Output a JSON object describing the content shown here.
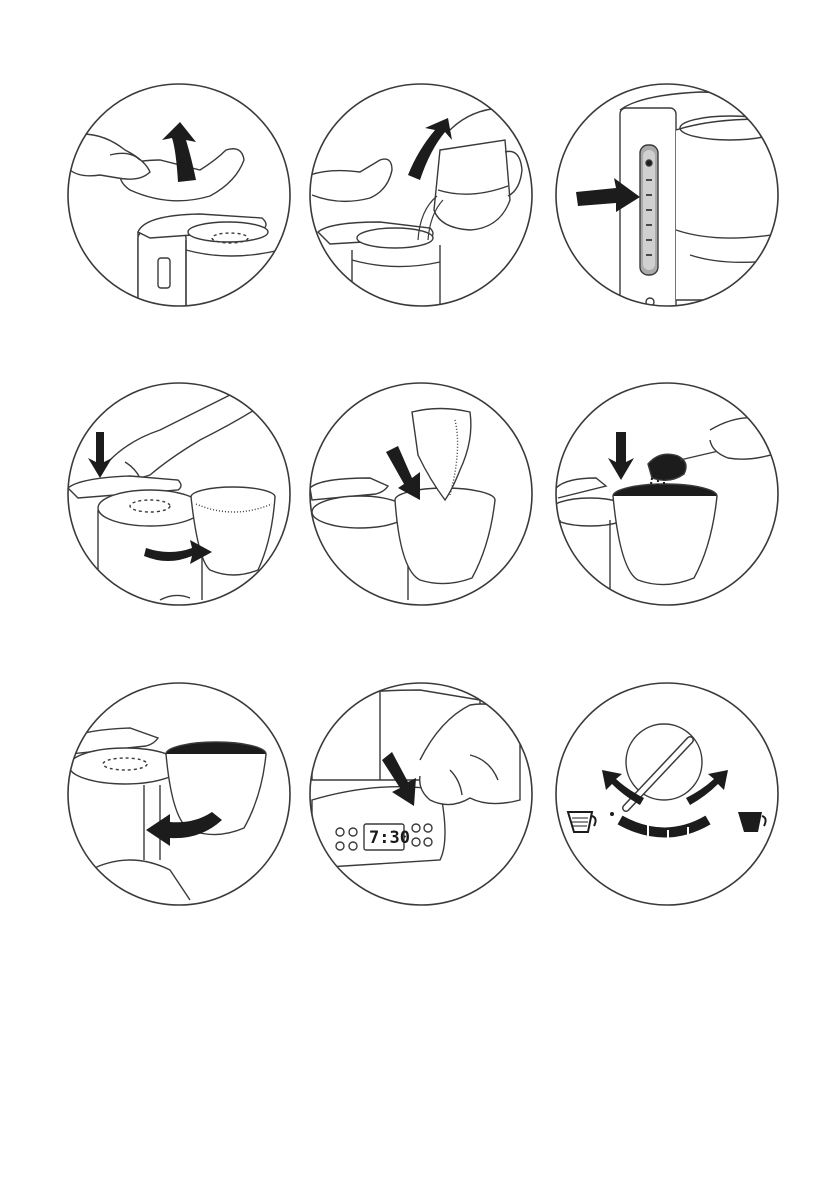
{
  "steps": [
    {
      "id": 1,
      "icon": "lift-water-lid-icon"
    },
    {
      "id": 2,
      "icon": "pour-water-jug-icon"
    },
    {
      "id": 3,
      "icon": "water-level-gauge-icon"
    },
    {
      "id": 4,
      "icon": "open-filter-holder-icon"
    },
    {
      "id": 5,
      "icon": "insert-paper-filter-icon"
    },
    {
      "id": 6,
      "icon": "add-ground-coffee-icon"
    },
    {
      "id": 7,
      "icon": "close-filter-holder-icon"
    },
    {
      "id": 8,
      "icon": "press-control-button-icon"
    },
    {
      "id": 9,
      "icon": "strength-selector-icon"
    }
  ],
  "display": {
    "time": "7:30"
  },
  "colors": {
    "line": "#3a3a3a",
    "arrow": "#1c1c1c",
    "gauge": "#aaaaaa",
    "background": "#ffffff"
  }
}
